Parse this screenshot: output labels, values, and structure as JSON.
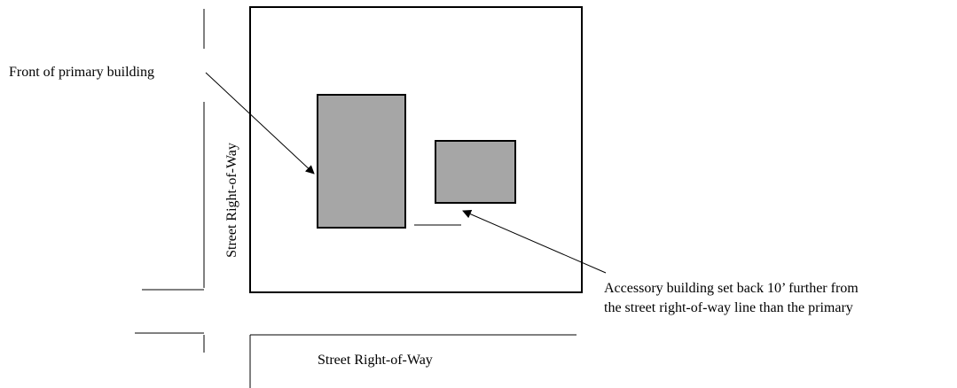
{
  "diagram": {
    "labels": {
      "front_of_primary": "Front of primary building",
      "street_row_vertical": "Street Right-of-Way",
      "street_row_horizontal": "Street Right-of-Way",
      "accessory_line1": "Accessory building set back 10’ further from",
      "accessory_line2": "the street right-of-way line than the primary"
    },
    "colors": {
      "building_fill": "#a6a6a6",
      "line": "#000000",
      "background": "#ffffff"
    }
  }
}
